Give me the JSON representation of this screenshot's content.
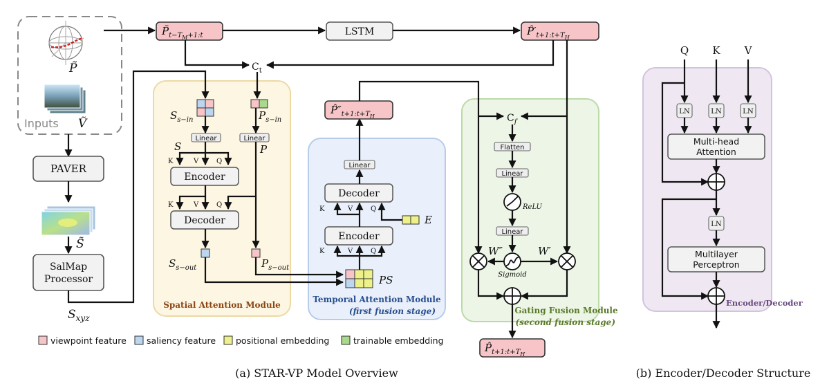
{
  "inputs": {
    "label": "Inputs",
    "p_tilde": "P̃",
    "v_tilde": "Ṽ"
  },
  "left_column": {
    "paver": "PAVER",
    "s_tilde": "S̃",
    "salmap_line1": "SalMap",
    "salmap_line2": "Processor",
    "s_xyz": "S_xyz"
  },
  "top_row": {
    "p_hist": "P̃_{t−T_M+1:t}",
    "lstm": "LSTM",
    "p_prime": "P̂′_{t+1:t+T_H}",
    "c_t": "C_t"
  },
  "spatial": {
    "title": "Spatial Attention Module",
    "s_s_in": "S_{s−in}",
    "p_s_in": "P_{s−in}",
    "linear": "Linear",
    "s": "S",
    "p": "P",
    "encoder": "Encoder",
    "decoder": "Decoder",
    "k": "K",
    "v": "V",
    "q": "Q",
    "s_s_out": "S_{s−out}",
    "p_s_out": "P_{s−out}"
  },
  "temporal": {
    "title": "Temporal Attention Module",
    "subtitle": "(first fusion stage)",
    "p_double": "P̂″_{t+1:t+T_H}",
    "linear": "Linear",
    "decoder": "Decoder",
    "encoder": "Encoder",
    "e": "E",
    "ps": "PS",
    "k": "K",
    "v": "V",
    "q": "Q"
  },
  "gating": {
    "title": "Gating Fusion Module",
    "subtitle": "(second fusion stage)",
    "c_f": "C_f",
    "flatten": "Flatten",
    "linear": "Linear",
    "relu": "ReLU",
    "sigmoid": "Sigmoid",
    "w_double": "W″",
    "w_prime": "W′",
    "output": "P̂_{t+1:t+T_H}"
  },
  "legend": {
    "viewpoint": "viewpoint feature",
    "saliency": "saliency feature",
    "positional": "positional embedding",
    "trainable": "trainable embedding"
  },
  "encdec": {
    "q": "Q",
    "k": "K",
    "v": "V",
    "ln": "LN",
    "mha_line1": "Multi-head",
    "mha_line2": "Attention",
    "mlp_line1": "Multilayer",
    "mlp_line2": "Perceptron",
    "title": "Encoder/Decoder"
  },
  "captions": {
    "a": "(a) STAR-VP Model Overview",
    "b": "(b) Encoder/Decoder Structure"
  },
  "colors": {
    "viewpoint": "#f7c5c8",
    "saliency": "#bcd6f0",
    "positional": "#eef08a",
    "trainable": "#a8d98c",
    "spatial_bg": "#fdf6e3",
    "spatial_title": "#8b4513",
    "temporal_bg": "#e9f0fb",
    "temporal_title": "#2a4f8f",
    "gating_bg": "#edf6e6",
    "gating_title": "#5a7a2a",
    "encdec_bg": "#efe8f3",
    "encdec_title": "#6a4a80"
  }
}
